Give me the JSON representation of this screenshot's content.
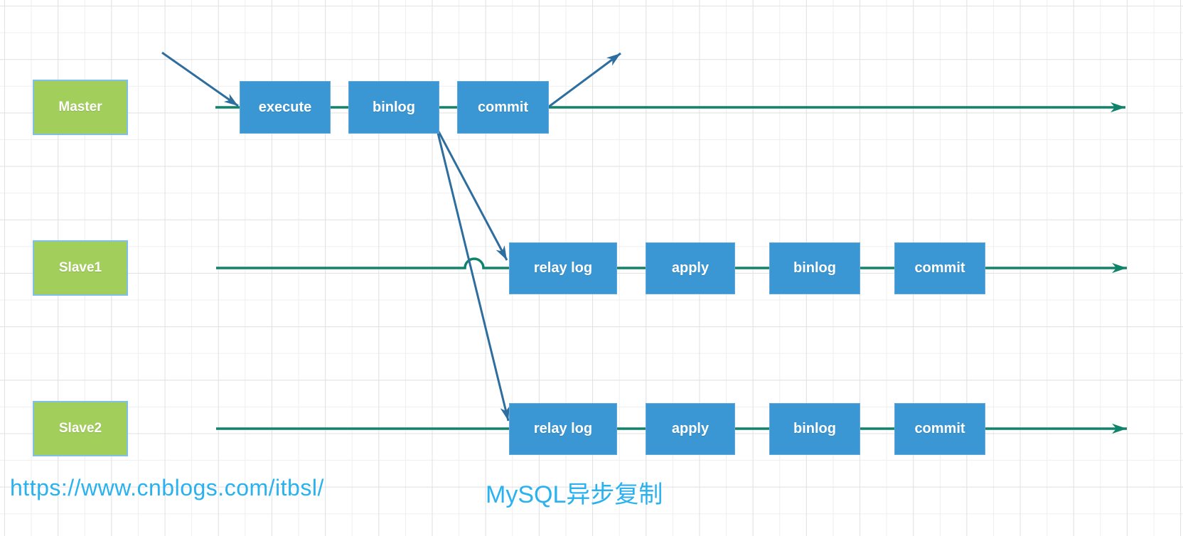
{
  "footer": {
    "source_url": "https://www.cnblogs.com/itbsl/",
    "title": "MySQL异步复制"
  },
  "lanes": [
    {
      "label": "Master",
      "steps": [
        "execute",
        "binlog",
        "commit"
      ]
    },
    {
      "label": "Slave1",
      "steps": [
        "relay log",
        "apply",
        "binlog",
        "commit"
      ]
    },
    {
      "label": "Slave2",
      "steps": [
        "relay log",
        "apply",
        "binlog",
        "commit"
      ]
    }
  ],
  "connections": [
    "incoming request → execute",
    "commit → outgoing response",
    "binlog → Slave1 relay log",
    "binlog → Slave2 relay log",
    "Master timeline → right arrow",
    "Slave1 timeline → right arrow (hops over crossing line)",
    "Slave2 timeline → right arrow"
  ],
  "colors": {
    "node_green": "#a2ce5c",
    "node_green_border": "#7ec0e8",
    "node_blue": "#3b97d3",
    "timeline_teal": "#10846a",
    "arrow_blue": "#2d6e9e",
    "caption_blue": "#29b2ef",
    "grid_line": "#e2e2e2"
  }
}
